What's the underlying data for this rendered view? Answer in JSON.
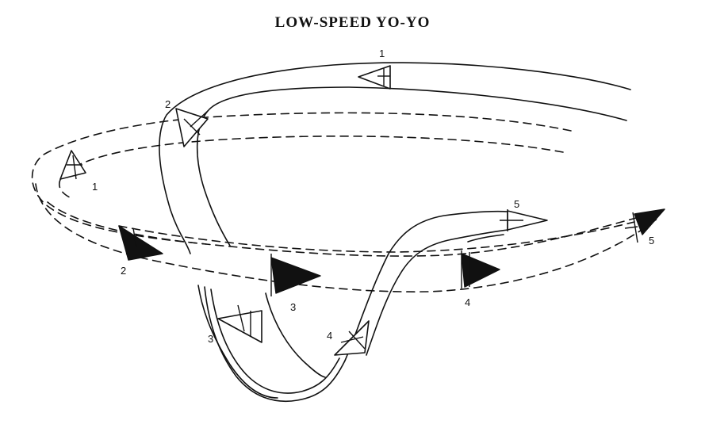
{
  "diagram": {
    "title": "LOW-SPEED YO-YO",
    "attacker_positions": [
      "1",
      "2",
      "3",
      "4",
      "5"
    ],
    "defender_positions": [
      "1",
      "2",
      "3",
      "4",
      "5"
    ],
    "colors": {
      "ink": "#111111",
      "background": "#ffffff"
    }
  }
}
